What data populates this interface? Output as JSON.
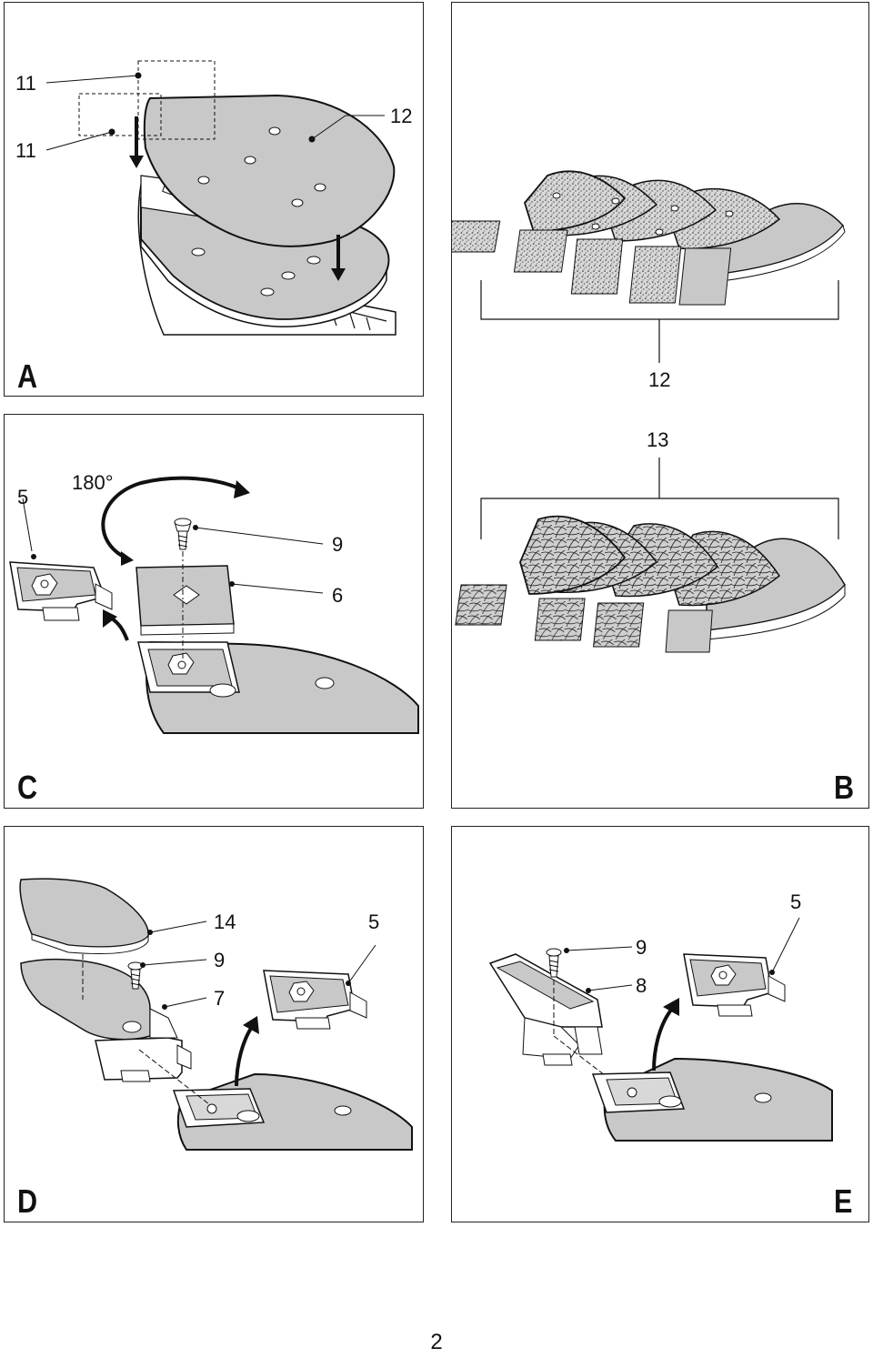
{
  "page_number": "2",
  "panels": {
    "A": {
      "letter": "A",
      "callouts": {
        "c11a": "11",
        "c11b": "11",
        "c12": "12"
      }
    },
    "B": {
      "letter": "B",
      "callouts": {
        "c12": "12",
        "c13": "13"
      }
    },
    "C": {
      "letter": "C",
      "callouts": {
        "c5": "5",
        "c180": "180°",
        "c9": "9",
        "c6": "6"
      }
    },
    "D": {
      "letter": "D",
      "callouts": {
        "c14": "14",
        "c9": "9",
        "c7": "7",
        "c5": "5"
      }
    },
    "E": {
      "letter": "E",
      "callouts": {
        "c5": "5",
        "c9": "9",
        "c8": "8"
      }
    }
  },
  "colors": {
    "pad_gray": "#c8c8c8",
    "line": "#111111"
  }
}
